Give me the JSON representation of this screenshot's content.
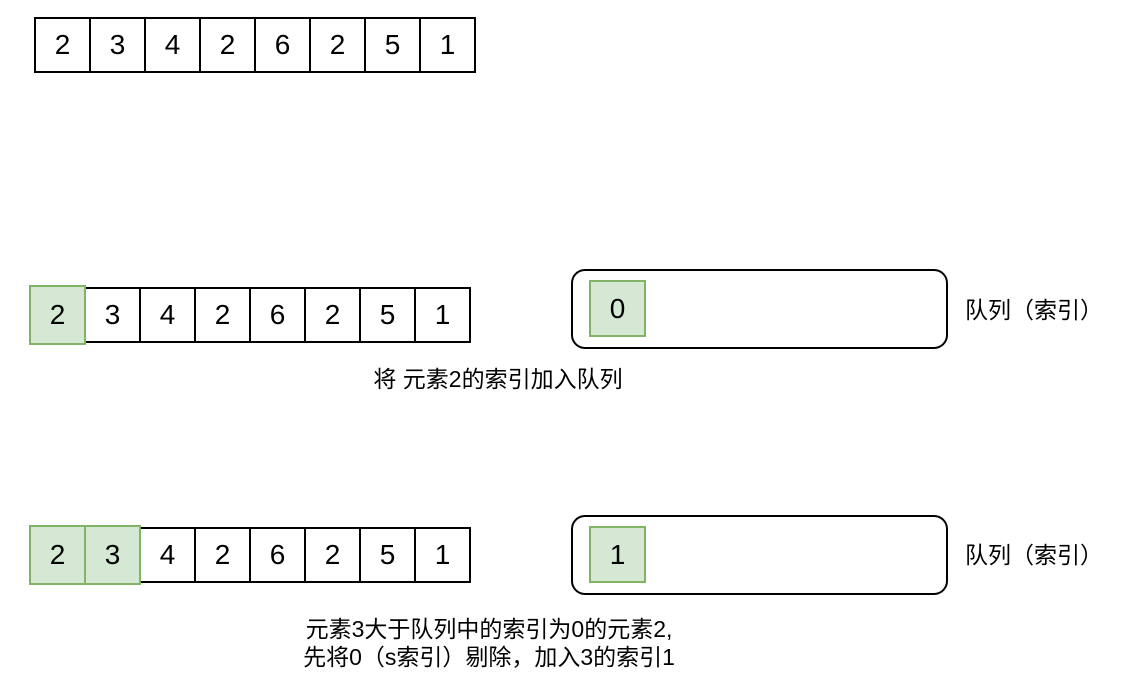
{
  "colors": {
    "highlight_fill": "#d5e8d4",
    "highlight_border": "#82b366",
    "outline": "#000000",
    "background": "#ffffff"
  },
  "rows": {
    "top": {
      "cells": [
        "2",
        "3",
        "4",
        "2",
        "6",
        "2",
        "5",
        "1"
      ]
    },
    "middle": {
      "cells": [
        "2",
        "3",
        "4",
        "2",
        "6",
        "2",
        "5",
        "1"
      ],
      "highlighted_indices": [
        0
      ],
      "queue_items": [
        "0"
      ],
      "queue_label": "队列（索引）",
      "caption": "将 元素2的索引加入队列"
    },
    "bottom": {
      "cells": [
        "2",
        "3",
        "4",
        "2",
        "6",
        "2",
        "5",
        "1"
      ],
      "highlighted_indices": [
        0,
        1
      ],
      "queue_items": [
        "1"
      ],
      "queue_label": "队列（索引）",
      "caption_line1": "元素3大于队列中的索引为0的元素2,",
      "caption_line2": "先将0（s索引）剔除，加入3的索引1"
    }
  }
}
